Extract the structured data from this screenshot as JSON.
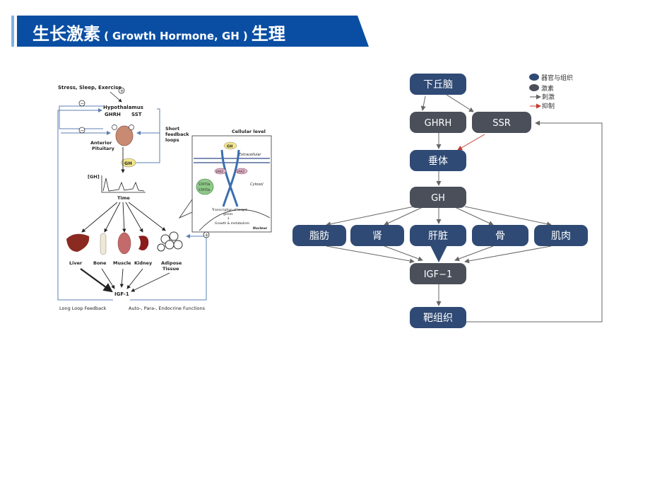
{
  "header": {
    "title_cn": "生长激素",
    "title_paren_open": "(",
    "title_en": "Growth Hormone, GH",
    "title_paren_close": ")",
    "title_suffix": "生理",
    "bar_color": "#0a4ea3",
    "accent_color": "#7fb0e8"
  },
  "left_figure": {
    "stimuli": "Stress, Sleep, Exercise",
    "hypothalamus": "Hypothalamus",
    "ghrh": "GHRH",
    "sst": "SST",
    "anterior": "Anterior",
    "pituitary": "Pituitary",
    "gh": "GH",
    "short_feedback_1": "Short",
    "short_feedback_2": "feedback",
    "short_feedback_3": "loops",
    "gh_level": "[GH]",
    "time": "Time",
    "cellular_level": "Cellular level",
    "extracellular": "Extracellular",
    "jak2_left": "JAK2",
    "jak2_right": "JAK2",
    "cytosol": "Cytosol",
    "stat5b_1": "STAT5b",
    "stat5b_2": "STAT5b",
    "transcription_1": "Transcription of target",
    "transcription_2": "genes",
    "arrow_down": "↓",
    "growth_metabolism": "Growth & metabolism",
    "nucleus": "Nucleus",
    "organs": [
      "Liver",
      "Bone",
      "Muscle",
      "Kidney",
      "Adipose",
      "Tissue"
    ],
    "igf1": "IGF-1",
    "long_loop": "Long Loop Feedback",
    "functions": "Auto-, Para-, Endocrine Functions",
    "plus": "+",
    "minus": "−"
  },
  "legend": {
    "organ": "器官与组织",
    "hormone": "激素",
    "stimulate": "刺激",
    "inhibit": "抑制",
    "organ_color": "#2f4a74",
    "hormone_color": "#4a4f5a",
    "stimulate_color": "#555555",
    "inhibit_color": "#c0392b"
  },
  "flow": {
    "hypothalamus": "下丘脑",
    "ghrh": "GHRH",
    "ssr": "SSR",
    "pituitary": "垂体",
    "gh": "GH",
    "targets": [
      "脂肪",
      "肾",
      "肝脏",
      "骨",
      "肌肉"
    ],
    "igf1": "IGF−1",
    "target_tissue": "靶组织"
  }
}
